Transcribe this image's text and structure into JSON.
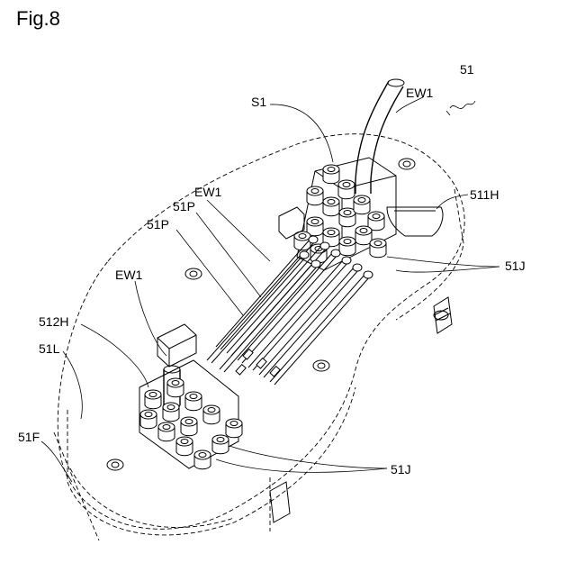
{
  "figure": {
    "title": "Fig.8",
    "labels": {
      "ref_51": "51",
      "ew1_top": "EW1",
      "s1": "S1",
      "ew1_mid": "EW1",
      "p51_a": "51P",
      "p51_b": "51P",
      "ew1_left": "EW1",
      "h512": "512H",
      "l51": "51L",
      "f51": "51F",
      "h511": "511H",
      "j51_right": "51J",
      "j51_bottom": "51J"
    }
  }
}
